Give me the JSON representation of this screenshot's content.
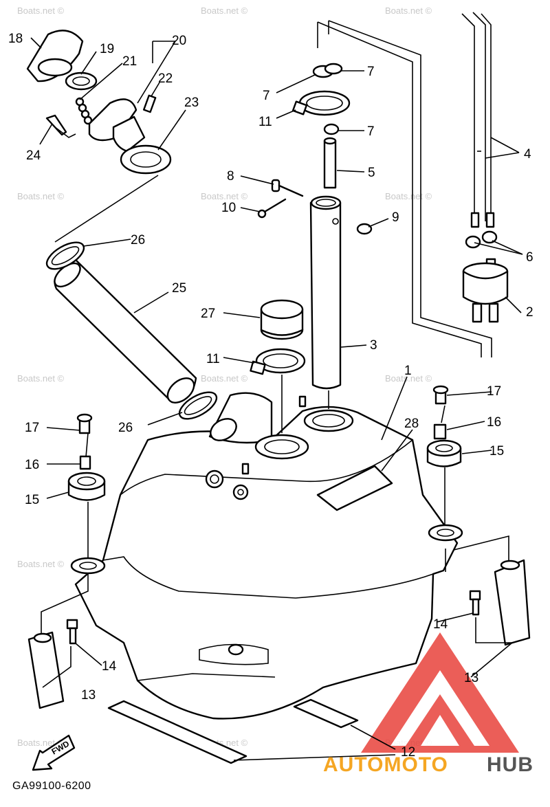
{
  "watermark_text": "Boats.net ©",
  "diagram_code": "GA99100-6200",
  "fwd_label": "FWD",
  "brand": {
    "part1": "AUTOMOTO",
    "part2": "HUB",
    "color1": "#f5a623",
    "color2": "#555555",
    "triangle_color": "#e8423c"
  },
  "callouts": {
    "p1": "1",
    "p2": "2",
    "p3": "3",
    "p4": "4",
    "p5": "5",
    "p6": "6",
    "p7a": "7",
    "p7b": "7",
    "p7c": "7",
    "p8": "8",
    "p9": "9",
    "p10": "10",
    "p11a": "11",
    "p11b": "11",
    "p12": "12",
    "p13a": "13",
    "p13b": "13",
    "p14a": "14",
    "p14b": "14",
    "p15a": "15",
    "p15b": "15",
    "p16a": "16",
    "p16b": "16",
    "p17a": "17",
    "p17b": "17",
    "p18": "18",
    "p19": "19",
    "p20": "20",
    "p21": "21",
    "p22": "22",
    "p23": "23",
    "p24": "24",
    "p25": "25",
    "p26a": "26",
    "p26b": "26",
    "p27": "27",
    "p28": "28"
  }
}
